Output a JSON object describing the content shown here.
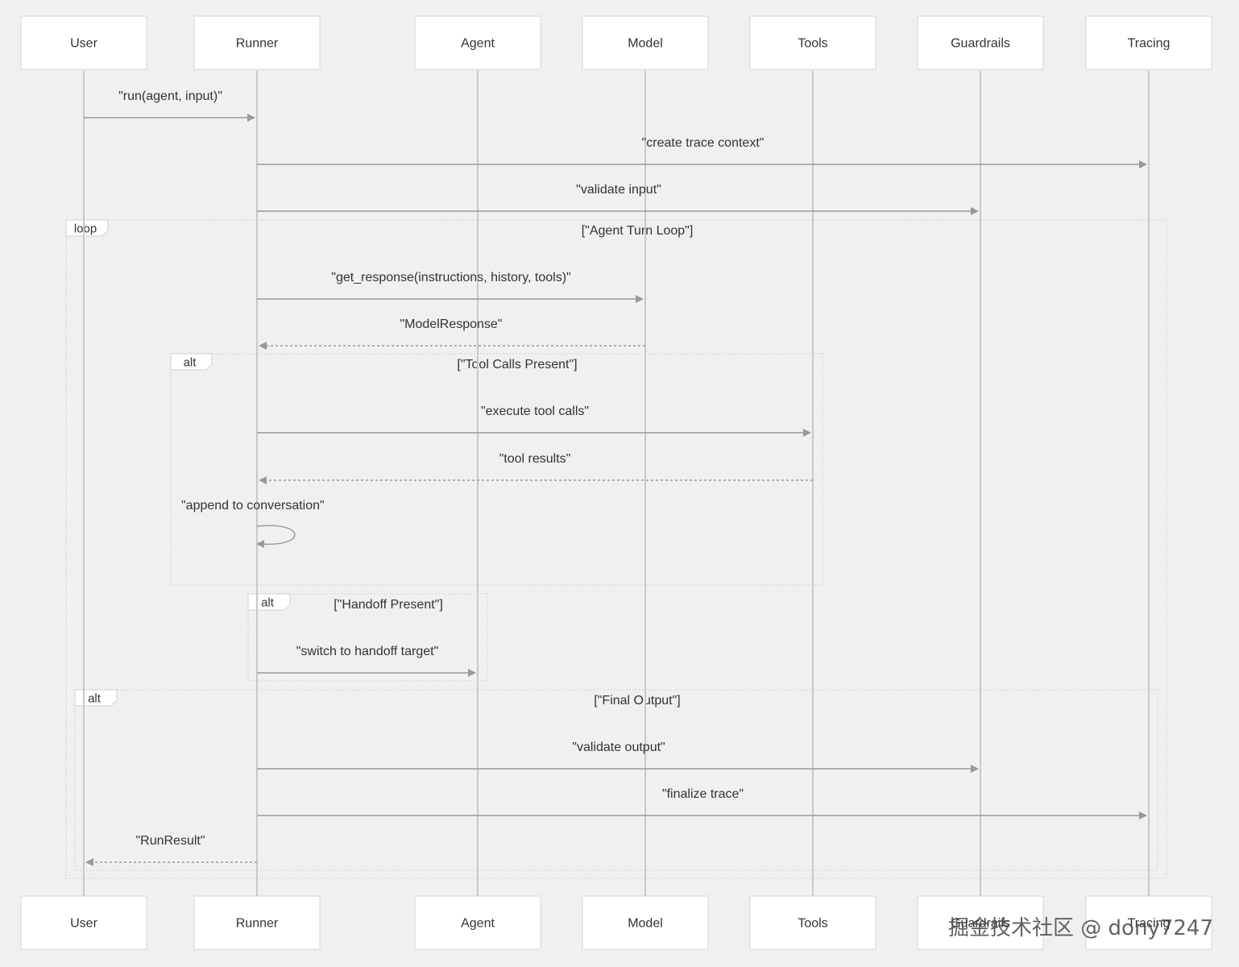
{
  "actors": [
    {
      "id": "user",
      "label": "User"
    },
    {
      "id": "runner",
      "label": "Runner"
    },
    {
      "id": "agent",
      "label": "Agent"
    },
    {
      "id": "model",
      "label": "Model"
    },
    {
      "id": "tools",
      "label": "Tools"
    },
    {
      "id": "guardrails",
      "label": "Guardrails"
    },
    {
      "id": "tracing",
      "label": "Tracing"
    }
  ],
  "messages": [
    {
      "from": "user",
      "to": "runner",
      "label": "\"run(agent, input)\"",
      "style": "solid"
    },
    {
      "from": "runner",
      "to": "tracing",
      "label": "\"create trace context\"",
      "style": "solid"
    },
    {
      "from": "runner",
      "to": "guardrails",
      "label": "\"validate input\"",
      "style": "solid"
    },
    {
      "from": "runner",
      "to": "model",
      "label": "\"get_response(instructions, history, tools)\"",
      "style": "solid"
    },
    {
      "from": "model",
      "to": "runner",
      "label": "\"ModelResponse\"",
      "style": "dashed"
    },
    {
      "from": "runner",
      "to": "tools",
      "label": "\"execute tool calls\"",
      "style": "solid"
    },
    {
      "from": "tools",
      "to": "runner",
      "label": "\"tool results\"",
      "style": "dashed"
    },
    {
      "from": "runner",
      "to": "runner",
      "label": "\"append to conversation\"",
      "style": "self"
    },
    {
      "from": "runner",
      "to": "agent",
      "label": "\"switch to handoff target\"",
      "style": "solid"
    },
    {
      "from": "runner",
      "to": "guardrails",
      "label": "\"validate output\"",
      "style": "solid"
    },
    {
      "from": "runner",
      "to": "tracing",
      "label": "\"finalize trace\"",
      "style": "solid"
    },
    {
      "from": "runner",
      "to": "user",
      "label": "\"RunResult\"",
      "style": "dashed"
    }
  ],
  "frames": [
    {
      "kind": "loop",
      "condition": "[\"Agent Turn Loop\"]"
    },
    {
      "kind": "alt",
      "condition": "[\"Tool Calls Present\"]"
    },
    {
      "kind": "alt",
      "condition": "[\"Handoff Present\"]"
    },
    {
      "kind": "alt",
      "condition": "[\"Final Output\"]"
    }
  ],
  "colors": {
    "background": "#f0f0f0",
    "actor_box": "#ffffff",
    "lifeline": "#c8c8c8",
    "arrow": "#999999",
    "text": "#333333"
  },
  "watermark": "掘金技术社区 @ dony7247"
}
